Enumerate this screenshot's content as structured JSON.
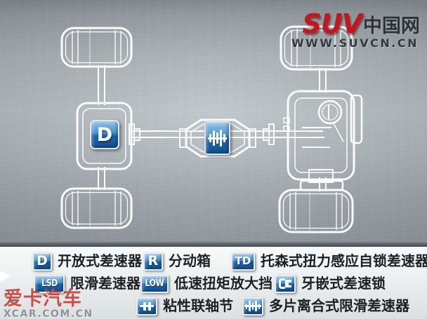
{
  "site_logo": {
    "brand": "SUV",
    "brand_cn": "中国网",
    "url": "www.suvcn.cn"
  },
  "watermark": {
    "cn": "爱卡汽车",
    "en": "XCAR.COM.CN"
  },
  "diagram": {
    "front_differential_badge": "D",
    "center_coupling_icon": "multi-plate-clutch-icon"
  },
  "legend": {
    "items": [
      {
        "badge_text": "D",
        "label": "开放式差速器"
      },
      {
        "badge_text": "R",
        "label": "分动箱"
      },
      {
        "badge_text": "TD",
        "label": "托森式扭力感应自锁差速器"
      },
      {
        "badge_text": "LSD",
        "label": "限滑差速器"
      },
      {
        "badge_text": "LOW",
        "label": "低速扭矩放大挡"
      },
      {
        "badge_icon": "dog-clutch-icon",
        "label": "牙嵌式差速锁"
      },
      {
        "badge_icon": "viscous-coupling-icon",
        "label": "粘性联轴节"
      },
      {
        "badge_icon": "multi-plate-clutch-icon",
        "label": "多片离合式限滑差速器"
      }
    ]
  },
  "colors": {
    "badge_blue_top": "#8cc2e7",
    "badge_blue_bottom": "#14528f",
    "brand_red": "#c5161d",
    "metal_mid": "#bcc4c8",
    "legend_bg": "#ecefef",
    "outline_white": "#ffffff"
  }
}
